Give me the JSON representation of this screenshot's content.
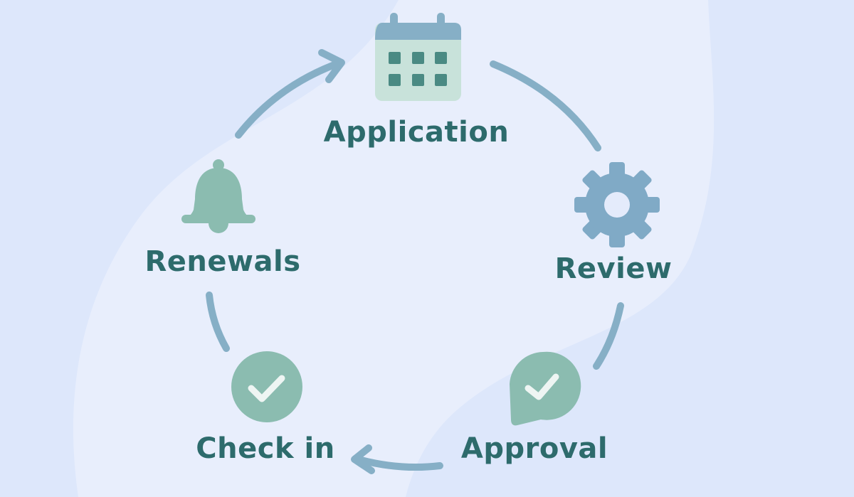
{
  "title": "Cycle diagram",
  "steps": [
    {
      "label": "Application",
      "icon": "calendar-icon"
    },
    {
      "label": "Review",
      "icon": "gear-icon"
    },
    {
      "label": "Approval",
      "icon": "chat-check-icon"
    },
    {
      "label": "Check in",
      "icon": "check-circle-icon"
    },
    {
      "label": "Renewals",
      "icon": "bell-icon"
    }
  ],
  "colors": {
    "background": "#dde7fb",
    "blob": "#e8eefc",
    "text": "#2d6b6c",
    "arrow": "#86afc6",
    "green_icon": "#8bbcb0",
    "blue_icon": "#80aac6"
  }
}
